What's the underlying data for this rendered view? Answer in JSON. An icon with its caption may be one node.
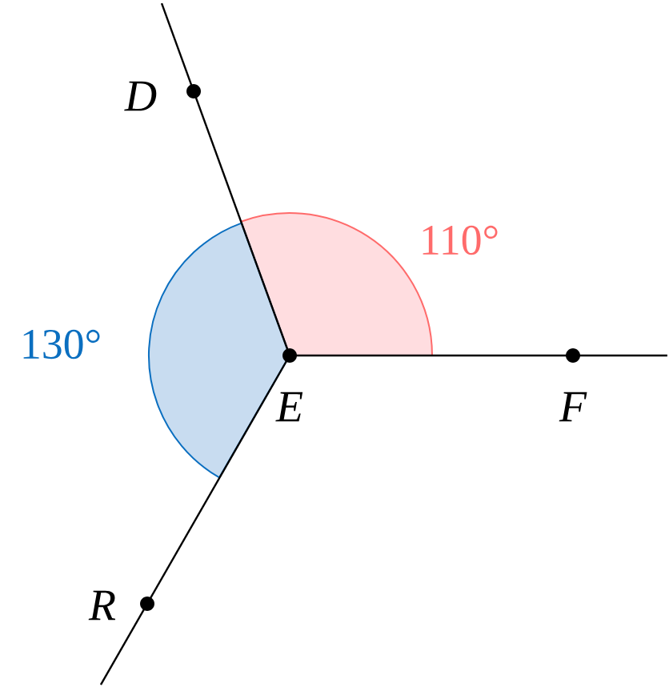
{
  "diagram": {
    "nodes": [
      {
        "text": [],
        "shape": "circle",
        "beside": [
          "D"
        ]
      },
      {
        "text": [],
        "shape": "circle",
        "beside": [
          "E"
        ]
      },
      {
        "text": [],
        "shape": "circle",
        "beside": [
          "F"
        ]
      },
      {
        "text": [],
        "shape": "circle",
        "beside": [
          "R"
        ]
      }
    ],
    "edges": [
      {
        "from": 1,
        "to": 0,
        "arrow": "none"
      },
      {
        "from": 1,
        "to": 2,
        "arrow": "none"
      },
      {
        "from": 1,
        "to": 3,
        "arrow": "none"
      }
    ],
    "labels": [
      "130°",
      "110°"
    ]
  }
}
